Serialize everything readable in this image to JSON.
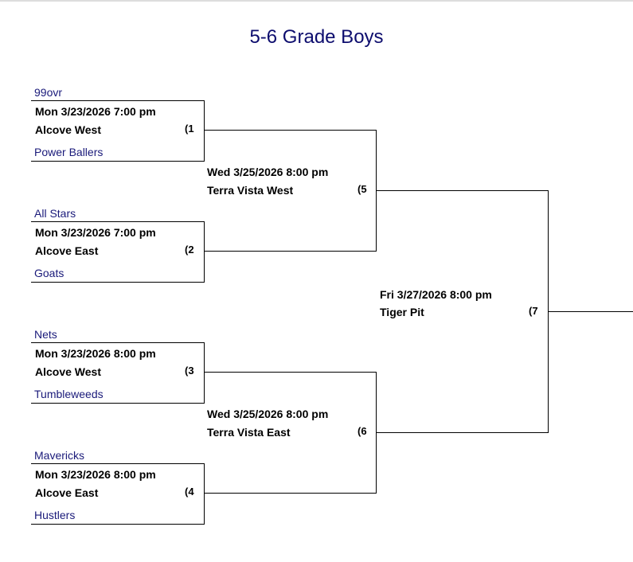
{
  "title": "5-6 Grade Boys",
  "round1": [
    {
      "num": "(1",
      "top_team": "99ovr",
      "date": "Mon 3/23/2026 7:00 pm",
      "location": "Alcove West",
      "bottom_team": "Power Ballers"
    },
    {
      "num": "(2",
      "top_team": "All Stars",
      "date": "Mon 3/23/2026 7:00 pm",
      "location": "Alcove East",
      "bottom_team": "Goats"
    },
    {
      "num": "(3",
      "top_team": "Nets",
      "date": "Mon 3/23/2026 8:00 pm",
      "location": "Alcove West",
      "bottom_team": "Tumbleweeds"
    },
    {
      "num": "(4",
      "top_team": "Mavericks",
      "date": "Mon 3/23/2026 8:00 pm",
      "location": "Alcove East",
      "bottom_team": "Hustlers"
    }
  ],
  "round2": [
    {
      "num": "(5",
      "date": "Wed 3/25/2026 8:00 pm",
      "location": "Terra Vista West"
    },
    {
      "num": "(6",
      "date": "Wed 3/25/2026 8:00 pm",
      "location": "Terra Vista East"
    }
  ],
  "final": {
    "num": "(7",
    "date": "Fri 3/27/2026 8:00 pm",
    "location": "Tiger Pit"
  }
}
